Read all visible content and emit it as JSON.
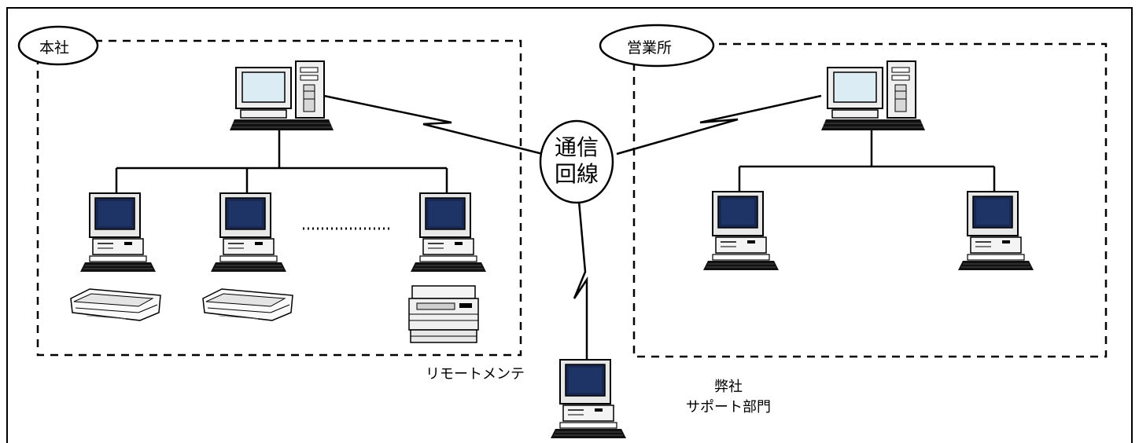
{
  "locations": {
    "head_office": "本社",
    "branch": "営業所"
  },
  "network": {
    "line_top": "通信",
    "line_bottom": "回線"
  },
  "remote": {
    "label": "リモートメンテ",
    "support_line1": "弊社",
    "support_line2": "サポート部門"
  },
  "colors": {
    "line": "#000000",
    "monitor_frame": "#e8e8e8",
    "screen_dark": "#182850",
    "screen_light": "#dcecf4",
    "keyboard": "#111111"
  },
  "icons": {
    "server": "desktop-tower-icon",
    "client": "pc-terminal-icon",
    "printer": "dot-matrix-printer-icon",
    "laser_printer": "laser-printer-icon"
  }
}
